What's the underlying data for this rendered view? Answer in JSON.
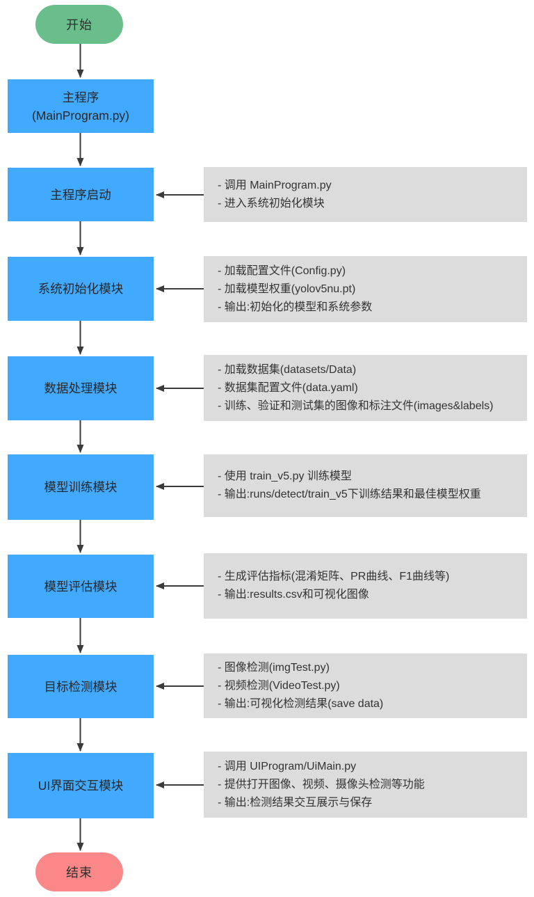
{
  "diagram": {
    "type": "flowchart",
    "colors": {
      "process_fill": "#41aaff",
      "start_fill": "#6abe8c",
      "end_fill": "#fa8888",
      "annotation_fill": "#dcdcdc",
      "arrow": "#3a3a3a",
      "text": "#2e2e2e",
      "background": "#ffffff"
    },
    "nodes": {
      "start": {
        "lines": [
          "开始"
        ]
      },
      "main_program": {
        "lines": [
          "主程序",
          "(MainProgram.py)"
        ]
      },
      "startup": {
        "lines": [
          "主程序启动"
        ]
      },
      "init": {
        "lines": [
          "系统初始化模块"
        ]
      },
      "data": {
        "lines": [
          "数据处理模块"
        ]
      },
      "train": {
        "lines": [
          "模型训练模块"
        ]
      },
      "eval": {
        "lines": [
          "模型评估模块"
        ]
      },
      "detect": {
        "lines": [
          "目标检测模块"
        ]
      },
      "ui": {
        "lines": [
          "UI界面交互模块"
        ]
      },
      "end": {
        "lines": [
          "结束"
        ]
      }
    },
    "annotations": {
      "startup": {
        "lines": [
          "- 调用 MainProgram.py",
          "- 进入系统初始化模块"
        ]
      },
      "init": {
        "lines": [
          "- 加载配置文件(Config.py)",
          "- 加载模型权重(yolov5nu.pt)",
          "- 输出:初始化的模型和系统参数"
        ]
      },
      "data": {
        "lines": [
          "- 加载数据集(datasets/Data)",
          "- 数据集配置文件(data.yaml)",
          "- 训练、验证和测试集的图像和标注文件(images&labels)"
        ]
      },
      "train": {
        "lines": [
          "- 使用 train_v5.py 训练模型",
          "- 输出:runs/detect/train_v5下训练结果和最佳模型权重"
        ]
      },
      "eval": {
        "lines": [
          "- 生成评估指标(混淆矩阵、PR曲线、F1曲线等)",
          "- 输出:results.csv和可视化图像"
        ]
      },
      "detect": {
        "lines": [
          "- 图像检测(imgTest.py)",
          "- 视频检测(VideoTest.py)",
          "- 输出:可视化检测结果(save data)"
        ]
      },
      "ui": {
        "lines": [
          "- 调用 UIProgram/UiMain.py",
          "- 提供打开图像、视频、摄像头检测等功能",
          "- 输出:检测结果交互展示与保存"
        ]
      }
    }
  }
}
